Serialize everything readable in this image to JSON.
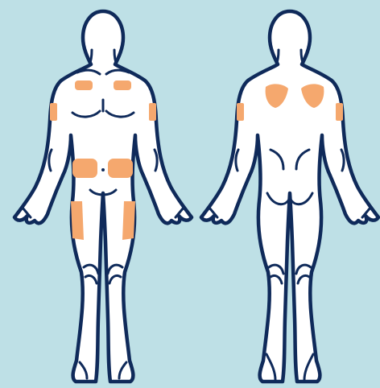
{
  "diagram": {
    "colors": {
      "background": "#BEE0E6",
      "body_fill": "#FFFFFF",
      "outline": "#0F2A5A",
      "site": "#F5A86E"
    },
    "figures": [
      {
        "view": "front",
        "sites": [
          "left-upper-chest",
          "right-upper-chest",
          "left-upper-arm",
          "right-upper-arm",
          "left-abdomen",
          "right-abdomen",
          "left-thigh",
          "right-thigh"
        ]
      },
      {
        "view": "back",
        "sites": [
          "left-upper-back",
          "right-upper-back",
          "left-upper-arm",
          "right-upper-arm"
        ]
      }
    ]
  }
}
